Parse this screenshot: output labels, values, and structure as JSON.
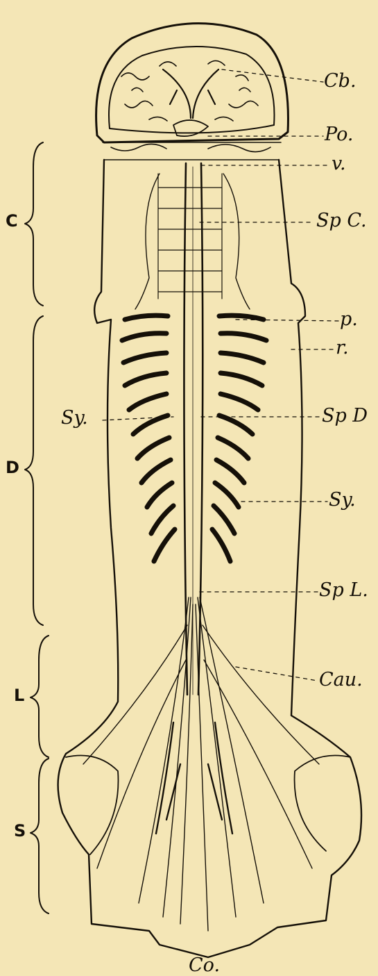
{
  "regions": {
    "cervical": "C",
    "dorsal": "D",
    "lumbar": "L",
    "sacral": "S"
  },
  "labels": {
    "cb": "Cb.",
    "po": "Po.",
    "v": "v.",
    "spc": "Sp C.",
    "p": "p.",
    "r": "r.",
    "sy_left": "Sy.",
    "spd": "Sp D",
    "sy_right": "Sy.",
    "spl": "Sp L.",
    "cau": "Cau.",
    "co": "Co."
  },
  "colors": {
    "paper": "#f4e6b6",
    "ink": "#151008"
  }
}
